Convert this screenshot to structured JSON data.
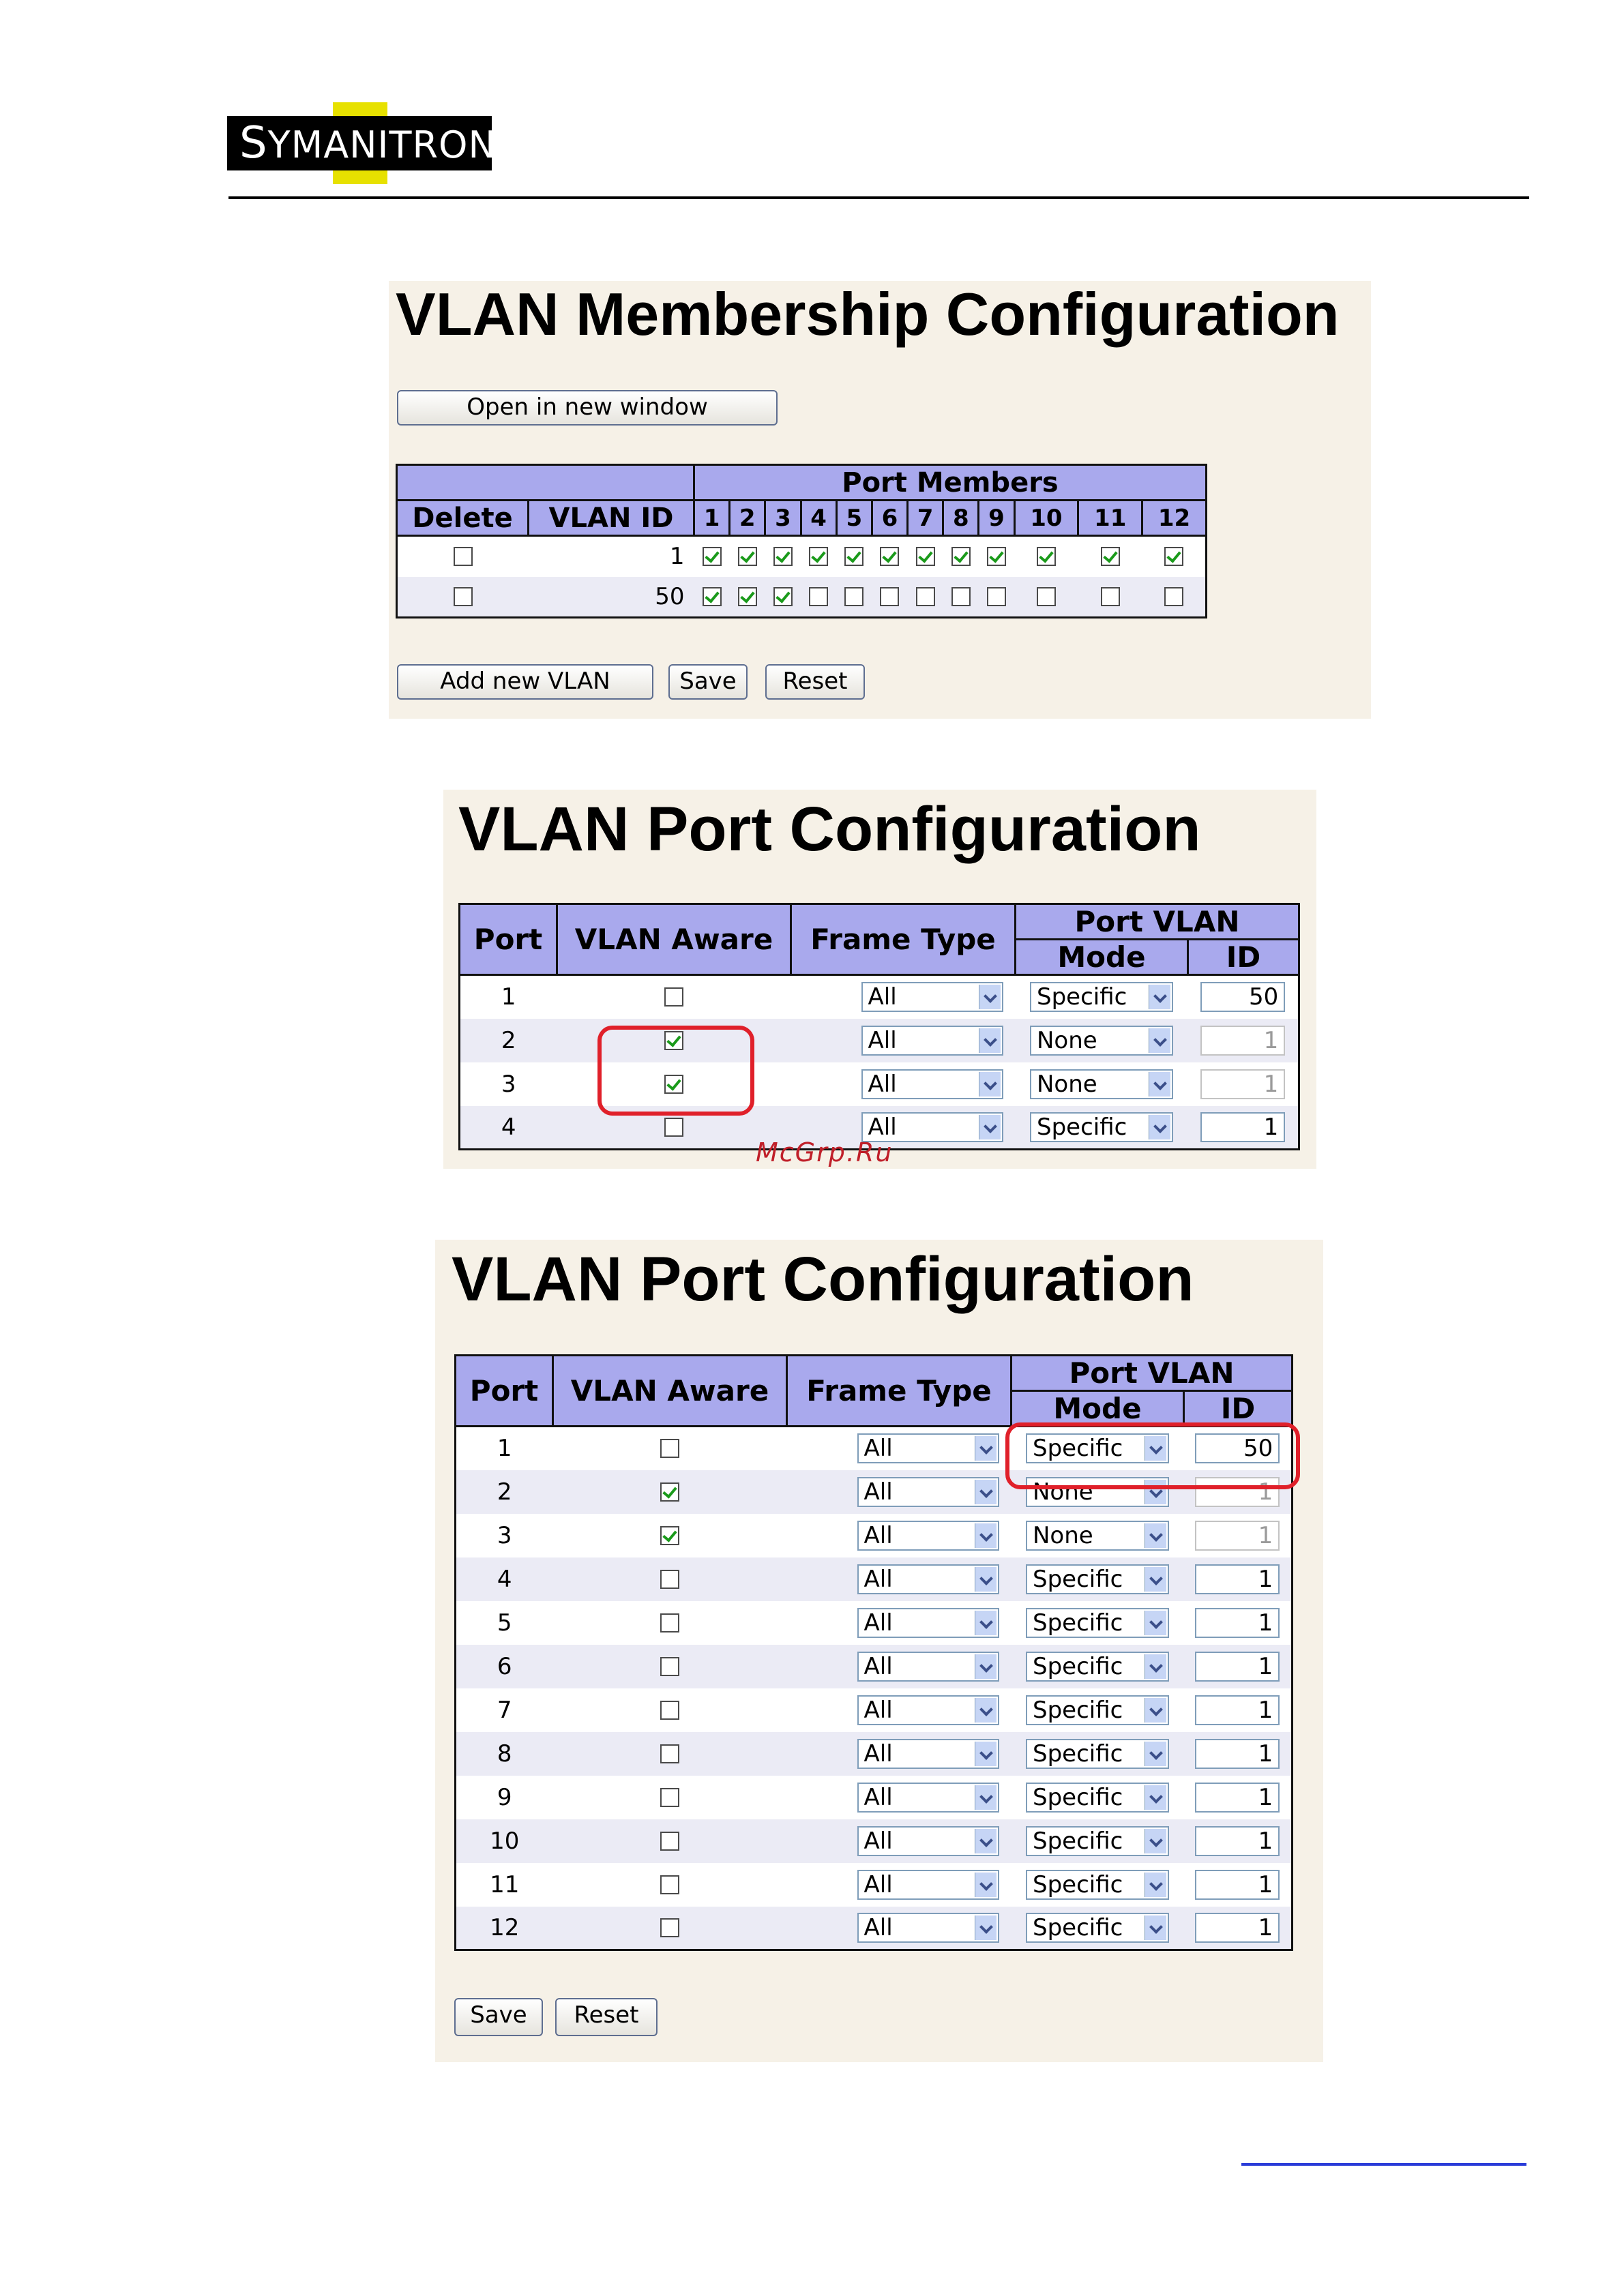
{
  "header": {
    "logo_text_first": "S",
    "logo_text_rest": "YMANITRON"
  },
  "watermark": "McGrp.Ru",
  "membership": {
    "title": "VLAN Membership Configuration",
    "open_window_label": "Open in new window",
    "group_header": "Port Members",
    "col_delete": "Delete",
    "col_vlan_id": "VLAN ID",
    "ports": [
      "1",
      "2",
      "3",
      "4",
      "5",
      "6",
      "7",
      "8",
      "9",
      "10",
      "11",
      "12"
    ],
    "rows": [
      {
        "vlan_id": "1",
        "delete": false,
        "members": [
          true,
          true,
          true,
          true,
          true,
          true,
          true,
          true,
          true,
          true,
          true,
          true
        ]
      },
      {
        "vlan_id": "50",
        "delete": false,
        "members": [
          true,
          true,
          true,
          false,
          false,
          false,
          false,
          false,
          false,
          false,
          false,
          false
        ]
      }
    ],
    "add_label": "Add new VLAN",
    "save_label": "Save",
    "reset_label": "Reset"
  },
  "port_config_1": {
    "title": "VLAN Port Configuration",
    "col_port": "Port",
    "col_aware": "VLAN Aware",
    "col_frame": "Frame Type",
    "group_header": "Port VLAN",
    "col_mode": "Mode",
    "col_id": "ID",
    "rows": [
      {
        "port": "1",
        "aware": false,
        "frame": "All",
        "mode": "Specific",
        "id": "50",
        "id_disabled": false
      },
      {
        "port": "2",
        "aware": true,
        "frame": "All",
        "mode": "None",
        "id": "1",
        "id_disabled": true
      },
      {
        "port": "3",
        "aware": true,
        "frame": "All",
        "mode": "None",
        "id": "1",
        "id_disabled": true
      },
      {
        "port": "4",
        "aware": false,
        "frame": "All",
        "mode": "Specific",
        "id": "1",
        "id_disabled": false
      }
    ]
  },
  "port_config_2": {
    "title": "VLAN Port Configuration",
    "col_port": "Port",
    "col_aware": "VLAN Aware",
    "col_frame": "Frame Type",
    "group_header": "Port VLAN",
    "col_mode": "Mode",
    "col_id": "ID",
    "rows": [
      {
        "port": "1",
        "aware": false,
        "frame": "All",
        "mode": "Specific",
        "id": "50",
        "id_disabled": false
      },
      {
        "port": "2",
        "aware": true,
        "frame": "All",
        "mode": "None",
        "id": "1",
        "id_disabled": true
      },
      {
        "port": "3",
        "aware": true,
        "frame": "All",
        "mode": "None",
        "id": "1",
        "id_disabled": true
      },
      {
        "port": "4",
        "aware": false,
        "frame": "All",
        "mode": "Specific",
        "id": "1",
        "id_disabled": false
      },
      {
        "port": "5",
        "aware": false,
        "frame": "All",
        "mode": "Specific",
        "id": "1",
        "id_disabled": false
      },
      {
        "port": "6",
        "aware": false,
        "frame": "All",
        "mode": "Specific",
        "id": "1",
        "id_disabled": false
      },
      {
        "port": "7",
        "aware": false,
        "frame": "All",
        "mode": "Specific",
        "id": "1",
        "id_disabled": false
      },
      {
        "port": "8",
        "aware": false,
        "frame": "All",
        "mode": "Specific",
        "id": "1",
        "id_disabled": false
      },
      {
        "port": "9",
        "aware": false,
        "frame": "All",
        "mode": "Specific",
        "id": "1",
        "id_disabled": false
      },
      {
        "port": "10",
        "aware": false,
        "frame": "All",
        "mode": "Specific",
        "id": "1",
        "id_disabled": false
      },
      {
        "port": "11",
        "aware": false,
        "frame": "All",
        "mode": "Specific",
        "id": "1",
        "id_disabled": false
      },
      {
        "port": "12",
        "aware": false,
        "frame": "All",
        "mode": "Specific",
        "id": "1",
        "id_disabled": false
      }
    ],
    "save_label": "Save",
    "reset_label": "Reset"
  },
  "colors": {
    "header_bg": "#a9a9ed",
    "highlight": "#e0202a",
    "panel_bg": "#f6f1e7",
    "logo_yellow": "#e7e100"
  }
}
